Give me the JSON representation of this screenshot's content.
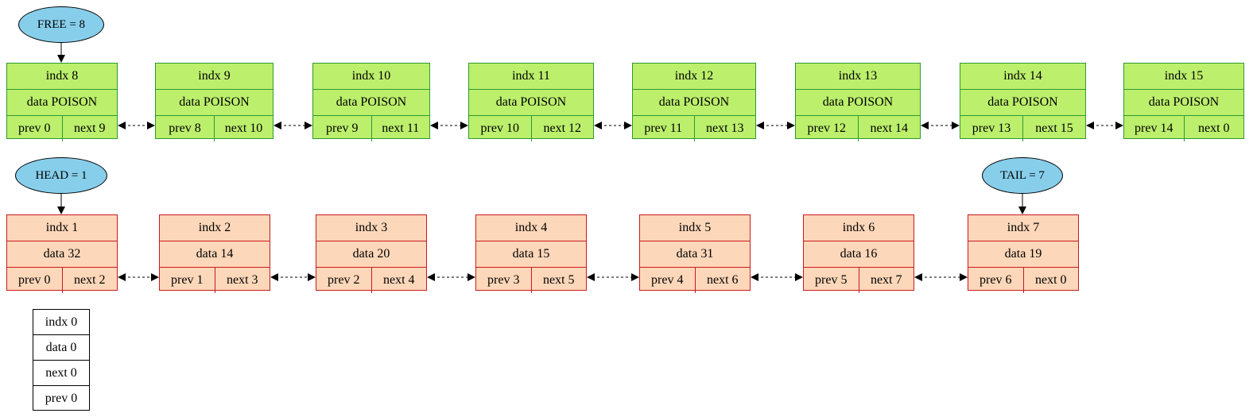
{
  "pointers": {
    "free": "FREE = 8",
    "head": "HEAD = 1",
    "tail": "TAIL = 7"
  },
  "free_nodes": [
    {
      "indx": "indx 8",
      "data": "data POISON",
      "prev": "prev 0",
      "next": "next 9"
    },
    {
      "indx": "indx 9",
      "data": "data POISON",
      "prev": "prev 8",
      "next": "next 10"
    },
    {
      "indx": "indx 10",
      "data": "data POISON",
      "prev": "prev 9",
      "next": "next 11"
    },
    {
      "indx": "indx 11",
      "data": "data POISON",
      "prev": "prev 10",
      "next": "next 12"
    },
    {
      "indx": "indx 12",
      "data": "data POISON",
      "prev": "prev 11",
      "next": "next 13"
    },
    {
      "indx": "indx 13",
      "data": "data POISON",
      "prev": "prev 12",
      "next": "next 14"
    },
    {
      "indx": "indx 14",
      "data": "data POISON",
      "prev": "prev 13",
      "next": "next 15"
    },
    {
      "indx": "indx 15",
      "data": "data POISON",
      "prev": "prev 14",
      "next": "next 0"
    }
  ],
  "list_nodes": [
    {
      "indx": "indx 1",
      "data": "data 32",
      "prev": "prev 0",
      "next": "next 2"
    },
    {
      "indx": "indx 2",
      "data": "data 14",
      "prev": "prev 1",
      "next": "next 3"
    },
    {
      "indx": "indx 3",
      "data": "data 20",
      "prev": "prev 2",
      "next": "next 4"
    },
    {
      "indx": "indx 4",
      "data": "data 15",
      "prev": "prev 3",
      "next": "next 5"
    },
    {
      "indx": "indx 5",
      "data": "data 31",
      "prev": "prev 4",
      "next": "next 6"
    },
    {
      "indx": "indx 6",
      "data": "data 16",
      "prev": "prev 5",
      "next": "next 7"
    },
    {
      "indx": "indx 7",
      "data": "data 19",
      "prev": "prev 6",
      "next": "next 0"
    }
  ],
  "zero_node": {
    "indx": "indx 0",
    "data": "data 0",
    "next": "next 0",
    "prev": "prev 0"
  },
  "colors": {
    "free_fill": "#bcef6c",
    "free_border": "#2e9a2e",
    "list_fill": "#fdd7b9",
    "list_border": "#c8191e",
    "pointer_fill": "#87ceeb"
  }
}
